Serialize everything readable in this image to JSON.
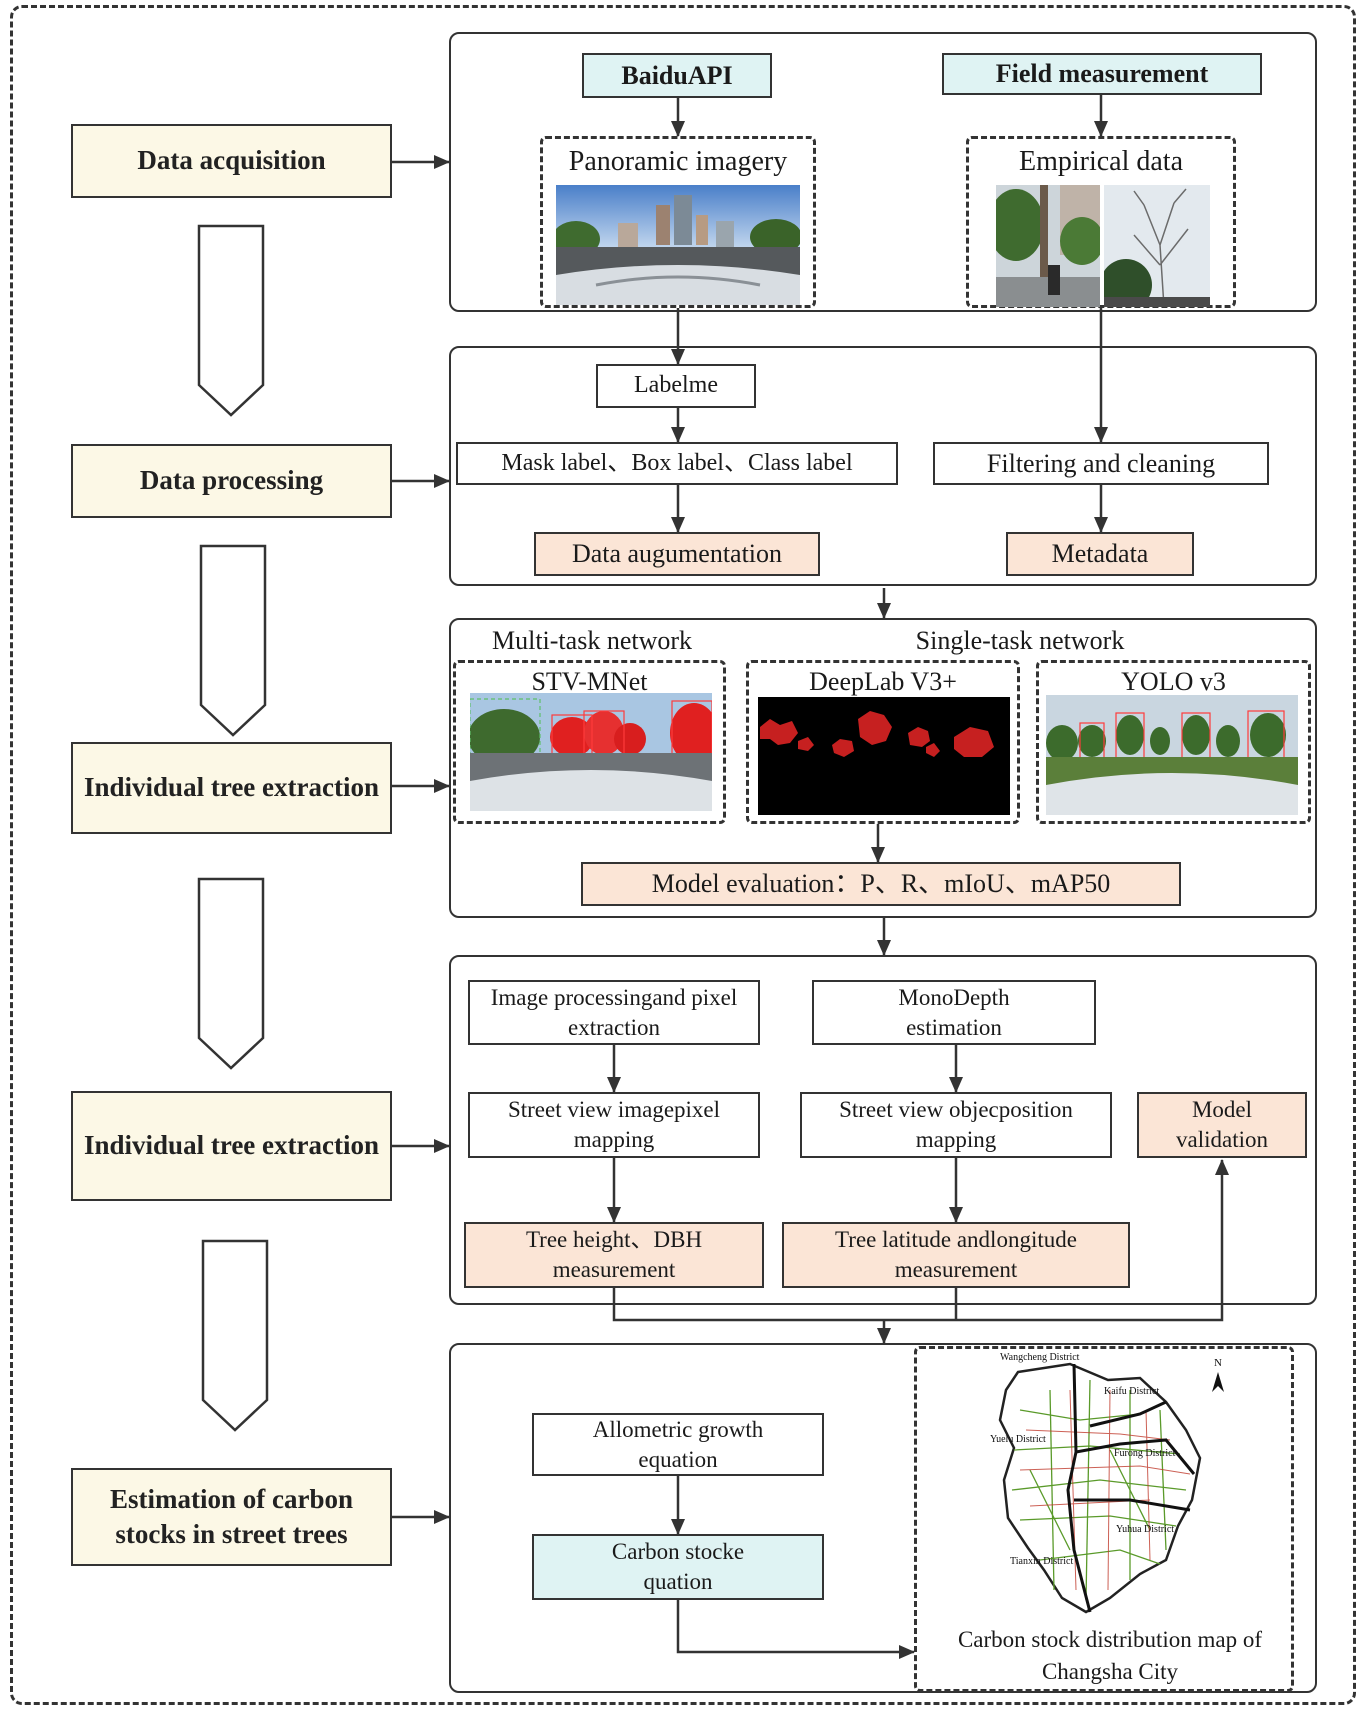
{
  "stages": {
    "acquisition": "Data acquisition",
    "processing": "Data processing",
    "extraction": "Individual tree extraction",
    "measurement": "Individual tree extraction",
    "estimation": "Estimation of carbon stocks in street trees"
  },
  "acquisition": {
    "baidu": "BaiduAPI",
    "field": "Field measurement",
    "panoramic": "Panoramic imagery",
    "empirical": "Empirical data"
  },
  "processing": {
    "labelme": "Labelme",
    "labels": "Mask label、Box label、Class label",
    "augmentation": "Data augumentation",
    "filtering": "Filtering and cleaning",
    "metadata": "Metadata"
  },
  "extraction": {
    "multi_task": "Multi-task network",
    "single_task": "Single-task network",
    "stv": "STV-MNet",
    "deeplab": "DeepLab V3+",
    "yolo": "YOLO v3",
    "evaluation": "Model evaluation：P、R、mIoU、mAP50"
  },
  "measurement": {
    "image_proc": "Image processingand pixel extraction",
    "monodepth": "MonoDepth estimation",
    "pixel_mapping": "Street view imagepixel mapping",
    "position_mapping": "Street view objecposition mapping",
    "validation": "Model validation",
    "height": "Tree height、DBH measurement",
    "latlon": "Tree latitude andlongitude measurement"
  },
  "estimation": {
    "allometric": "Allometric growth equation",
    "carbon_eq": "Carbon stocke quation",
    "map_caption": "Carbon stock distribution map of Changsha City"
  },
  "map": {
    "districts": [
      "Wangcheng District",
      "Kaifu District",
      "Yuelu District",
      "Furong District",
      "Yuhua District",
      "Tianxin District"
    ],
    "north": "N"
  },
  "colors": {
    "stage_fill": "#fcf8e6",
    "cyan_fill": "#dff3f3",
    "peach_fill": "#fbe5d6",
    "line": "#333333",
    "tree_red": "#e02020",
    "map_green": "#5a9a2a",
    "map_red": "#c0392b"
  }
}
